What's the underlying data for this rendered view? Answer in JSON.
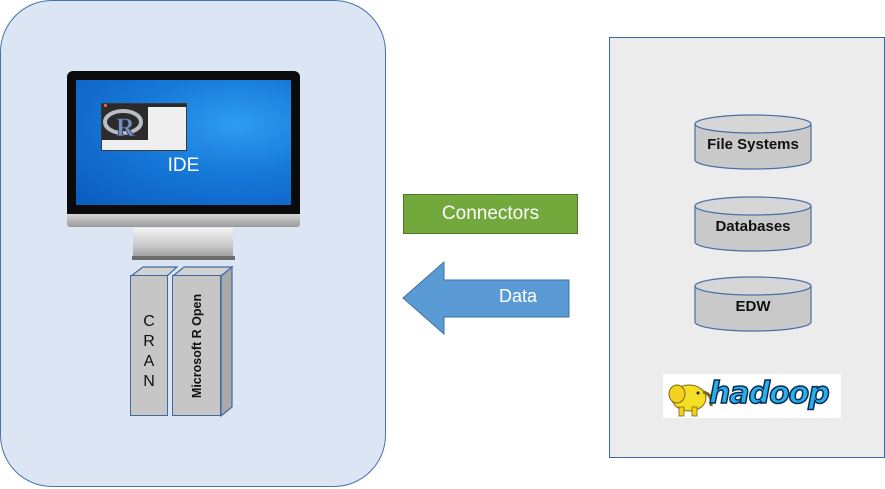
{
  "left_panel": {
    "monitor": {
      "screen_label": "IDE",
      "app_logo": "r-logo-icon"
    },
    "repositories": [
      {
        "label": "C R A N",
        "orientation": "stacked"
      },
      {
        "label": "Microsoft R Open",
        "orientation": "vertical"
      }
    ]
  },
  "middle": {
    "connectors_label": "Connectors",
    "data_arrow_label": "Data",
    "colors": {
      "connectors": "#72a83c",
      "arrow": "#5b9bd5"
    }
  },
  "right_panel": {
    "data_sources": [
      {
        "label": "File Systems"
      },
      {
        "label": "Databases"
      },
      {
        "label": "EDW"
      }
    ],
    "hadoop_logo_text": "hadoop"
  }
}
